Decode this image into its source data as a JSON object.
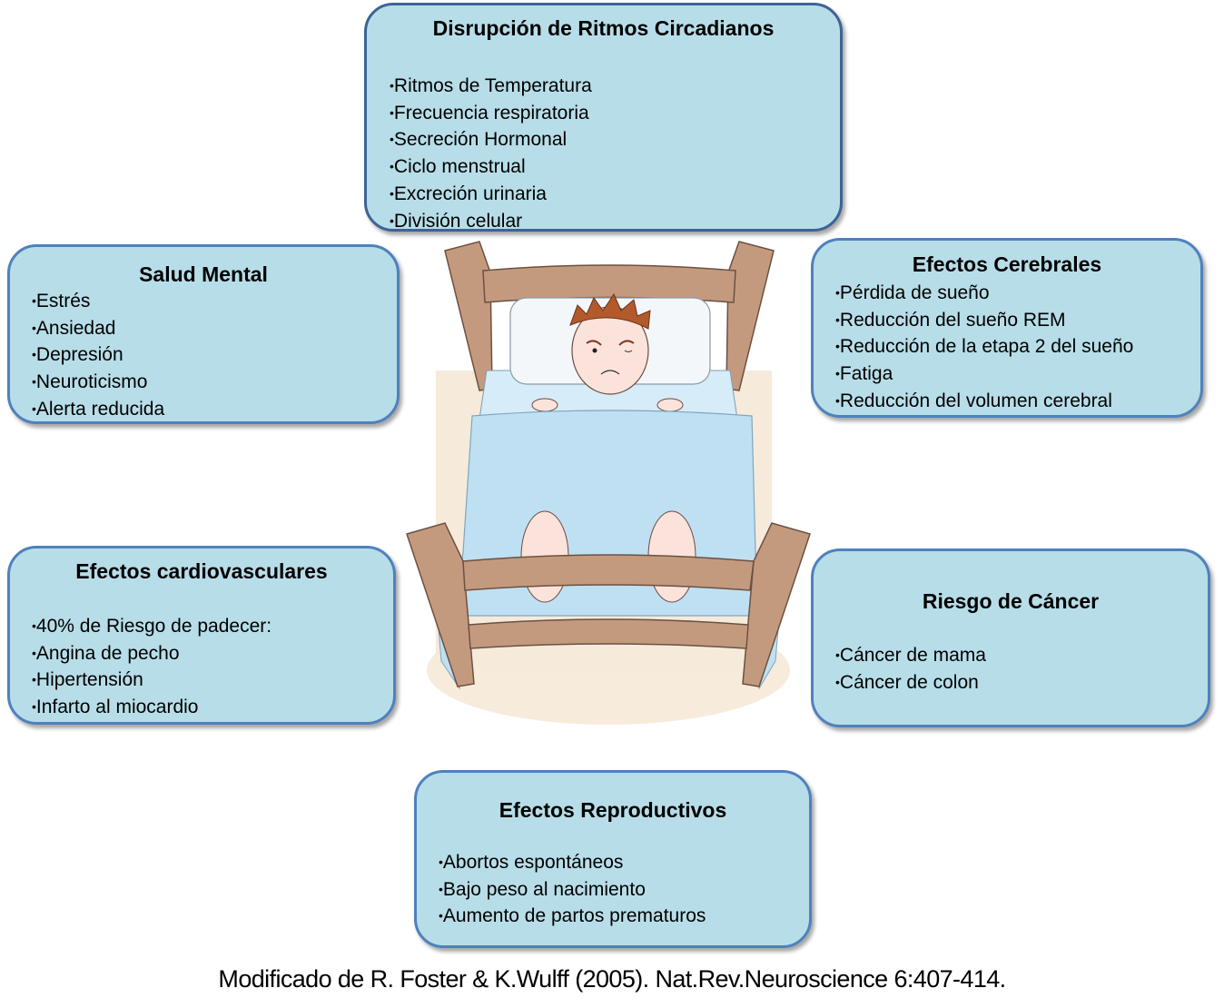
{
  "boxes": {
    "circadian": {
      "title": "Disrupción de Ritmos Circadianos",
      "items": [
        "Ritmos de Temperatura",
        "Frecuencia respiratoria",
        "Secreción Hormonal",
        "Ciclo menstrual",
        "Excreción urinaria",
        "División celular"
      ]
    },
    "mental_health": {
      "title": "Salud Mental",
      "items": [
        "Estrés",
        "Ansiedad",
        "Depresión",
        "Neuroticismo",
        "Alerta reducida"
      ]
    },
    "brain_effects": {
      "title": "Efectos Cerebrales",
      "items": [
        "Pérdida de sueño",
        "Reducción del sueño REM",
        "Reducción de la etapa 2 del sueño",
        "Fatiga",
        "Reducción del volumen cerebral"
      ]
    },
    "cardiovascular": {
      "title": "Efectos cardiovasculares",
      "items": [
        "40% de Riesgo de padecer:",
        "Angina de pecho",
        "Hipertensión",
        "Infarto al miocardio"
      ]
    },
    "cancer": {
      "title": "Riesgo de Cáncer",
      "items": [
        "Cáncer de mama",
        "Cáncer de colon"
      ]
    },
    "reproductive": {
      "title": "Efectos Reproductivos",
      "items": [
        "Abortos espontáneos",
        "Bajo peso al nacimiento",
        "Aumento de partos prematuros"
      ]
    }
  },
  "illustration": {
    "subject": "sleepless-person-in-bed"
  },
  "citation": "Modificado de R. Foster & K.Wulff (2005). Nat.Rev.Neuroscience 6:407-414.",
  "colors": {
    "box_fill": "#b7dde8",
    "box_border": "#4f81bd",
    "bed_wood": "#c49a7e",
    "blanket": "#bfe0f2"
  }
}
